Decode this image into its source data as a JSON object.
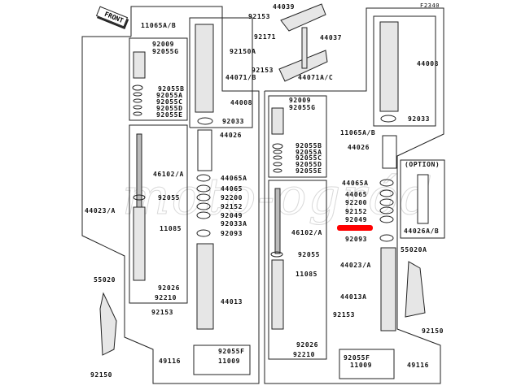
{
  "diagram_code": "F2340",
  "front_label": "FRONT",
  "watermark": "moto-ogród",
  "option_label": "(OPTION)",
  "labels": [
    "11065A/B",
    "92009",
    "92055G",
    "92055B",
    "92055A",
    "92055C",
    "92055D",
    "92055E",
    "44008",
    "92033",
    "44026",
    "46102/A",
    "44065A",
    "44065",
    "92055",
    "92200",
    "44023/A",
    "92152",
    "92049",
    "11085",
    "92033A",
    "92093",
    "55020",
    "92026",
    "44013",
    "92210",
    "92153",
    "92055F",
    "49116",
    "11009",
    "92150",
    "44039",
    "92153",
    "92171",
    "44037",
    "92150A",
    "92153",
    "44071/B",
    "44071A/C",
    "F2340",
    "44008",
    "92009",
    "92055G",
    "92033",
    "11065A/B",
    "92055B",
    "92055A",
    "92055C",
    "92055D",
    "92055E",
    "44026",
    "(OPTION)",
    "44065A",
    "44065",
    "92200",
    "92152",
    "92049",
    "46102/A",
    "92093",
    "44026A/B",
    "55020A",
    "92055",
    "44023/A",
    "11085",
    "44013A",
    "92153",
    "92150",
    "92026",
    "92210",
    "92055F",
    "11009",
    "49116"
  ],
  "highlight_color": "#ff0000",
  "highlighted_part": "92033A"
}
